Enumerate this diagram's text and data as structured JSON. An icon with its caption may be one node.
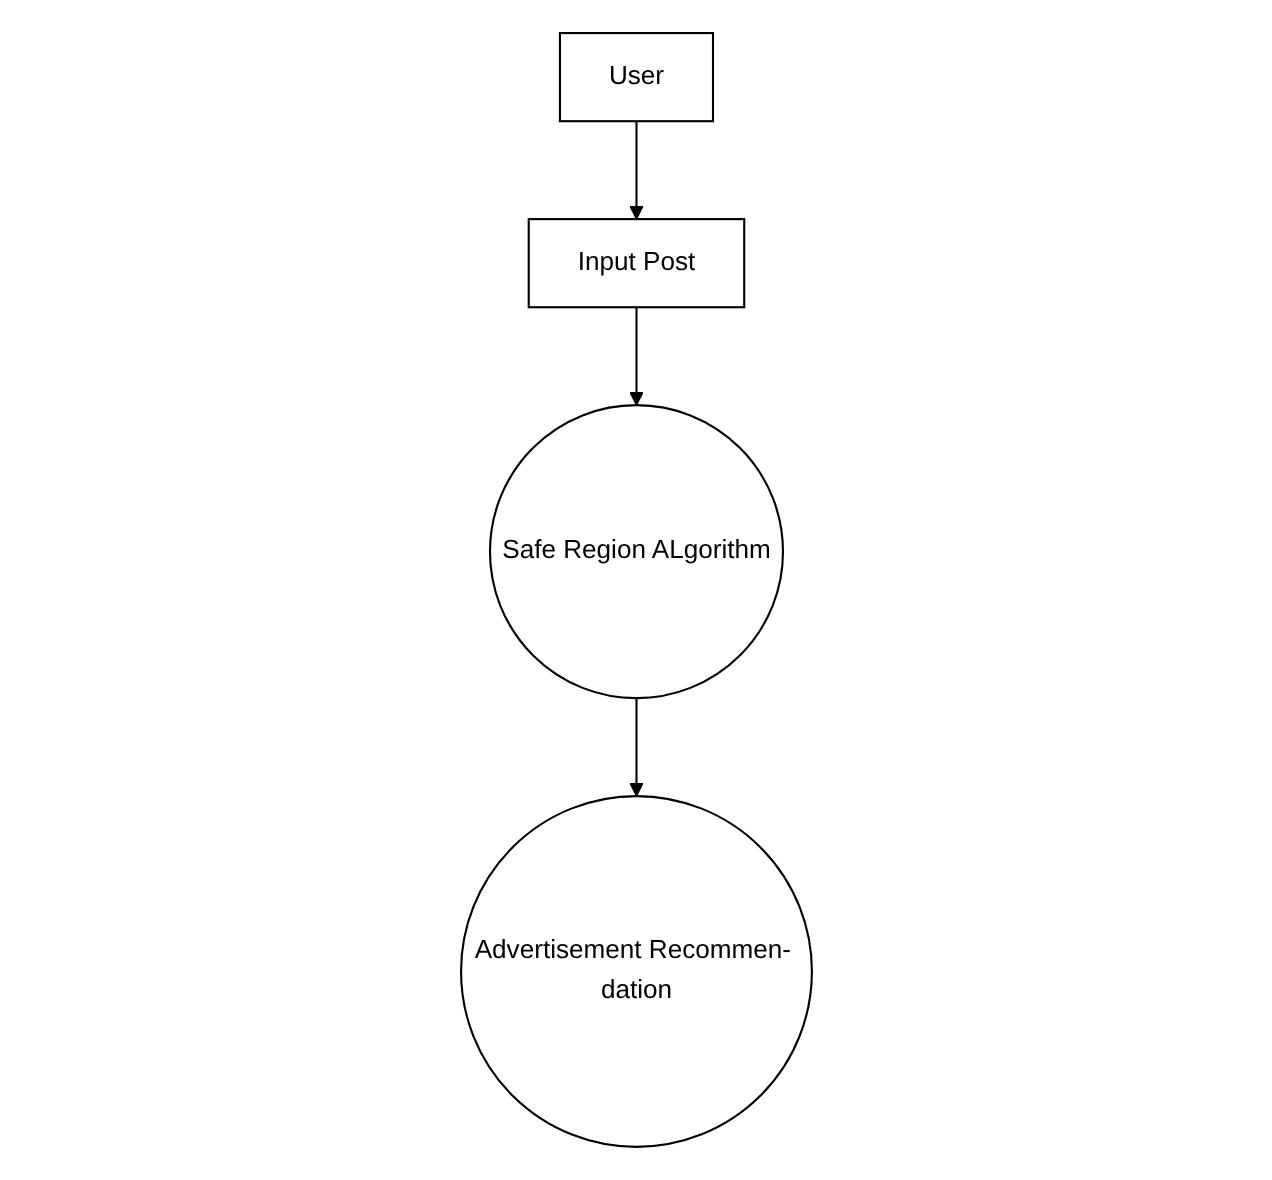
{
  "diagram": {
    "nodes": [
      {
        "text": [
          "User"
        ]
      },
      {
        "text": [
          "Input Post"
        ]
      },
      {
        "text": [
          "Safe Region ALgorithm"
        ]
      },
      {
        "text": [
          "Advertisement Recommen- dation"
        ]
      }
    ],
    "edges": [
      {
        "from": 0,
        "to": 1,
        "arrow": "to"
      },
      {
        "from": 1,
        "to": 2,
        "arrow": "to"
      },
      {
        "from": 2,
        "to": 3,
        "arrow": "to"
      }
    ]
  }
}
